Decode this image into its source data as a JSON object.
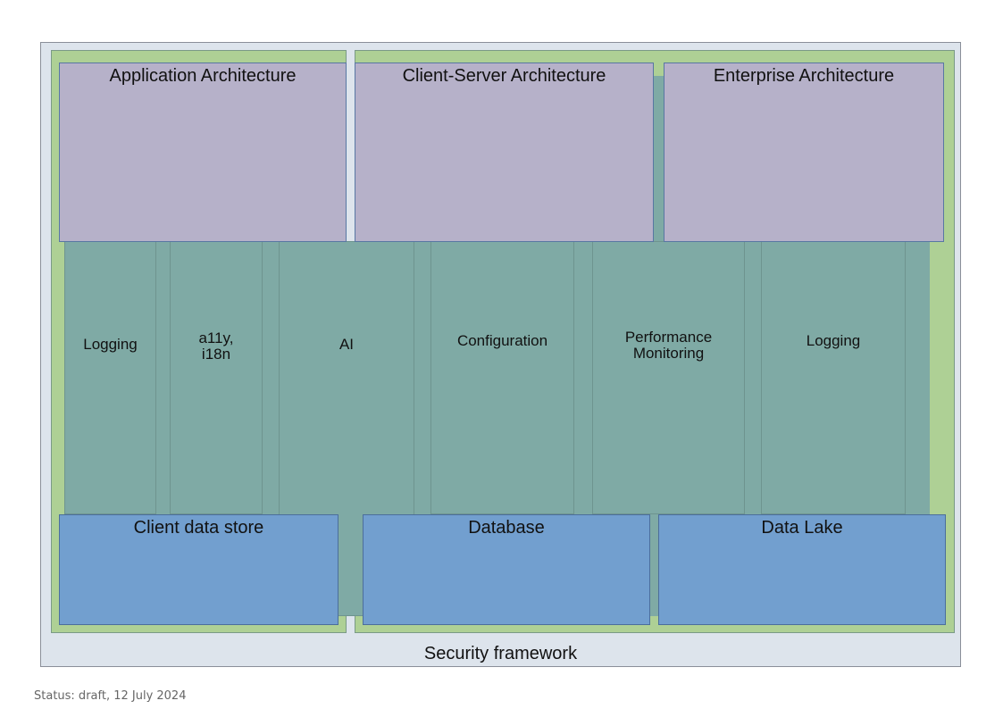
{
  "diagram": {
    "frame_label": "Security framework",
    "architectures": [
      {
        "label": "Application Architecture"
      },
      {
        "label": "Client-Server Architecture"
      },
      {
        "label": "Enterprise Architecture"
      }
    ],
    "columns": [
      {
        "label": "Logging"
      },
      {
        "label": "a11y,\ni18n"
      },
      {
        "label": "AI"
      },
      {
        "label": "Configuration"
      },
      {
        "label": "Performance\nMonitoring"
      },
      {
        "label": "Logging"
      }
    ],
    "stores": [
      {
        "label": "Client data store"
      },
      {
        "label": "Database"
      },
      {
        "label": "Data Lake"
      }
    ]
  },
  "status": "Status: draft, 12 July 2024",
  "colors": {
    "frame": "#dde4ec",
    "region": "#aed095",
    "column": "#7faaa5",
    "architecture": "#b6b1c9",
    "store": "#729fcf"
  }
}
